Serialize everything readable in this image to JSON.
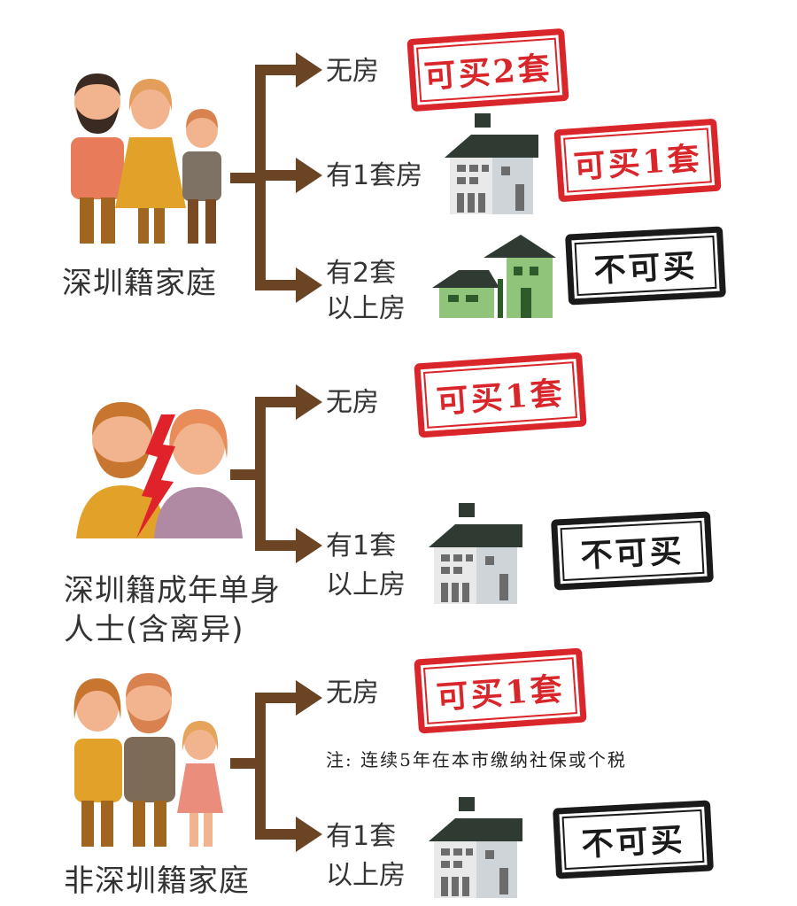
{
  "colors": {
    "arrow": "#6b4423",
    "stamp_red": "#d9262b",
    "stamp_black": "#1a1a1a",
    "house_dark": "#5a5a5a",
    "house_green": "#8fc47a",
    "roof_dark": "#2f3a33"
  },
  "groups": [
    {
      "label": "深圳籍家庭",
      "branches": [
        {
          "label": "无房",
          "stamp": "可买2套"
        },
        {
          "label": "有1套房",
          "stamp": "可买1套"
        },
        {
          "label_line1": "有2套",
          "label_line2": "以上房",
          "stamp": "不可买"
        }
      ]
    },
    {
      "label_line1": "深圳籍成年单身",
      "label_line2": "人士(含离异)",
      "branches": [
        {
          "label": "无房",
          "stamp": "可买1套"
        },
        {
          "label_line1": "有1套",
          "label_line2": "以上房",
          "stamp": "不可买"
        }
      ]
    },
    {
      "label": "非深圳籍家庭",
      "note": "注: 连续5年在本市缴纳社保或个税",
      "branches": [
        {
          "label": "无房",
          "stamp": "可买1套"
        },
        {
          "label_line1": "有1套",
          "label_line2": "以上房",
          "stamp": "不可买"
        }
      ]
    }
  ],
  "icons": [
    "family-icon",
    "single-person-icon",
    "non-local-family-icon",
    "house-icon",
    "two-houses-icon"
  ]
}
